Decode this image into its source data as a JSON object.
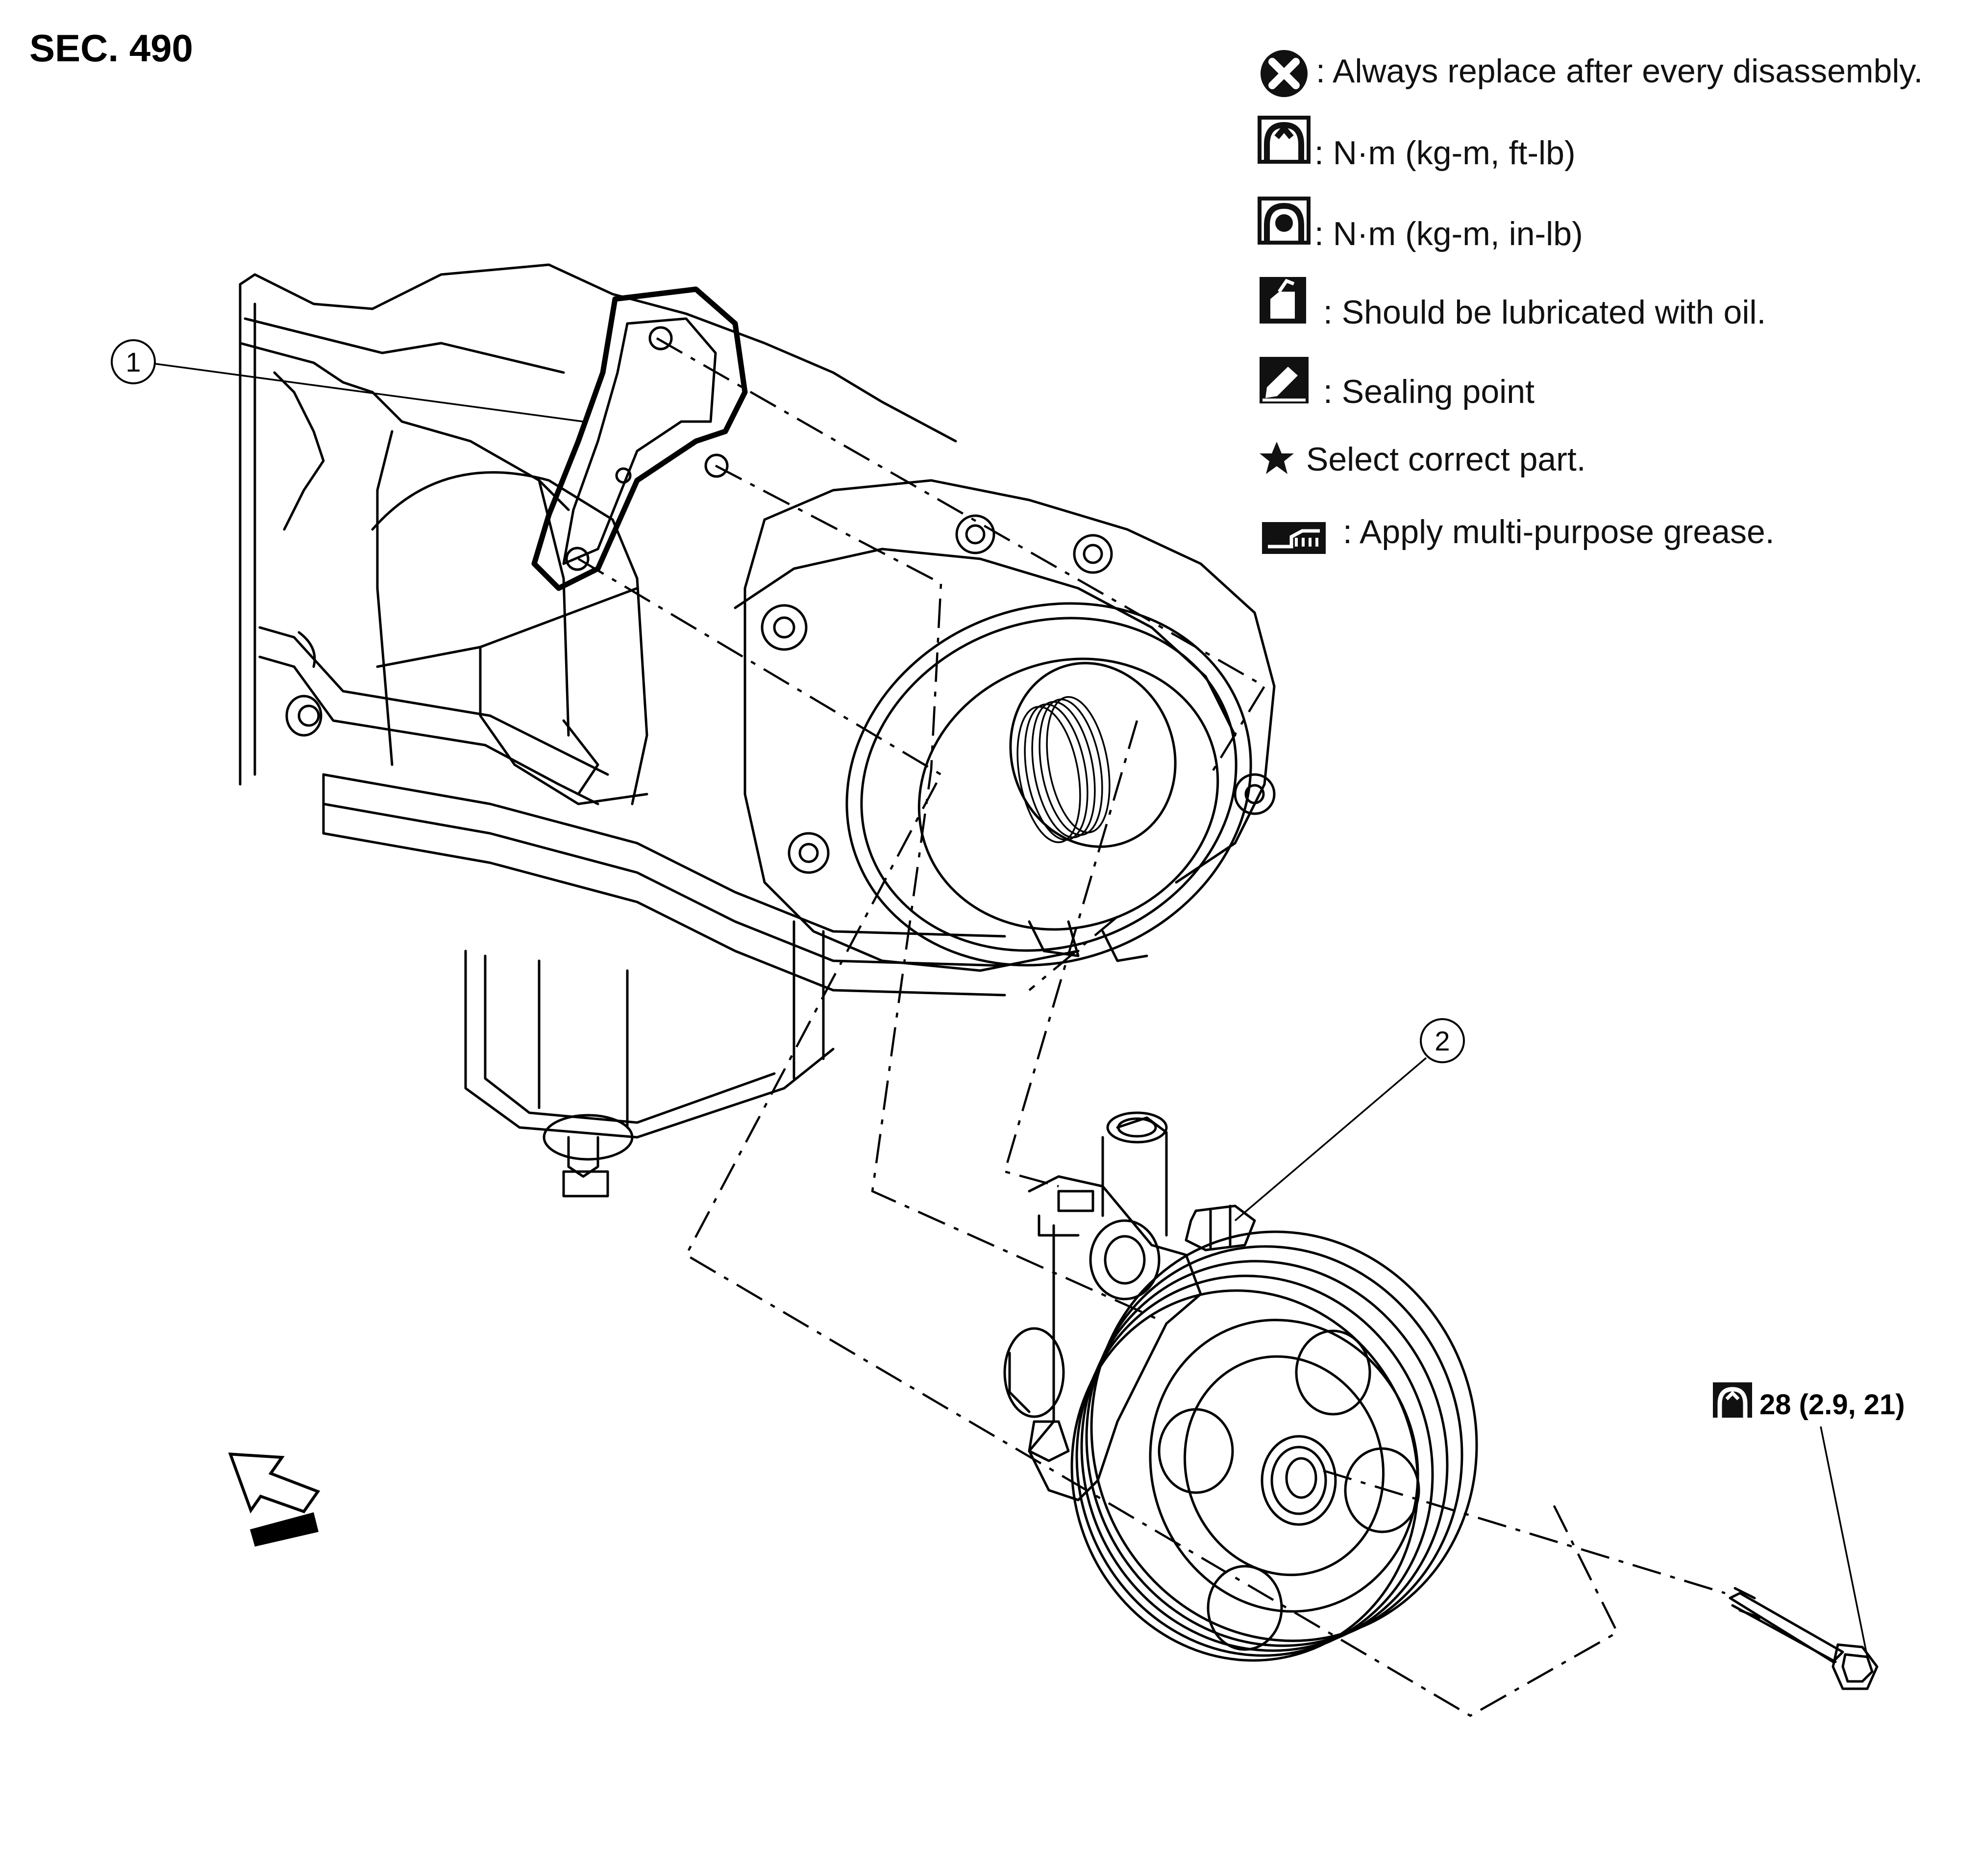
{
  "section_label": "SEC. 490",
  "legend": [
    {
      "icon": "always-replace-icon",
      "text": ": Always replace after every disassembly."
    },
    {
      "icon": "torque-wrench-ftlb-icon",
      "text": ": N·m (kg-m, ft-lb)"
    },
    {
      "icon": "torque-wrench-inlb-icon",
      "text": ": N·m (kg-m, in-lb)"
    },
    {
      "icon": "oil-can-icon",
      "text": ": Should be lubricated with oil."
    },
    {
      "icon": "sealing-point-icon",
      "text": ": Sealing point"
    },
    {
      "icon": "star-icon",
      "text": "Select correct part."
    },
    {
      "icon": "grease-icon",
      "text": ": Apply multi-purpose grease."
    }
  ],
  "callouts": [
    {
      "number": "1",
      "part": "power-steering-pump-bracket"
    },
    {
      "number": "2",
      "part": "power-steering-oil-pump"
    }
  ],
  "torque_spec": {
    "icon": "torque-wrench-ftlb-icon",
    "value": "28 (2.9, 21)"
  },
  "direction_arrow": "front-arrow-icon"
}
